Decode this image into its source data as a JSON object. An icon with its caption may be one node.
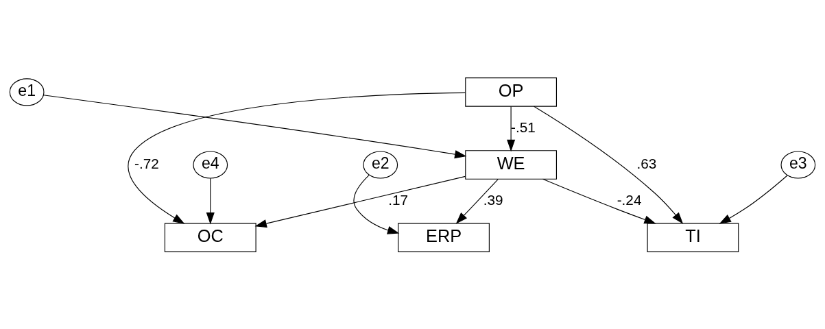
{
  "diagram": {
    "nodes": [
      {
        "text": [
          "OP"
        ]
      },
      {
        "text": [
          "e1"
        ]
      },
      {
        "text": [
          "WE"
        ]
      },
      {
        "text": [
          "e4"
        ]
      },
      {
        "text": [
          "OC"
        ]
      },
      {
        "text": [
          "e2"
        ]
      },
      {
        "text": [
          "ERP"
        ]
      },
      {
        "text": [
          "e3"
        ]
      },
      {
        "text": [
          "TI"
        ]
      }
    ],
    "edges": [
      {
        "from": 0,
        "to": 4,
        "arrow": "to",
        "label": "-.72"
      },
      {
        "from": 0,
        "to": 2,
        "arrow": "to",
        "label": "-.51"
      },
      {
        "from": 0,
        "to": 8,
        "arrow": "to",
        "label": ".63"
      },
      {
        "from": 1,
        "to": 2,
        "arrow": "to"
      },
      {
        "from": 2,
        "to": 4,
        "arrow": "to",
        "label": ".17"
      },
      {
        "from": 2,
        "to": 6,
        "arrow": "to",
        "label": ".39"
      },
      {
        "from": 2,
        "to": 8,
        "arrow": "to",
        "label": "-.24"
      },
      {
        "from": 3,
        "to": 4,
        "arrow": "to"
      },
      {
        "from": 5,
        "to": 6,
        "arrow": "to"
      },
      {
        "from": 7,
        "to": 8,
        "arrow": "to"
      }
    ]
  }
}
